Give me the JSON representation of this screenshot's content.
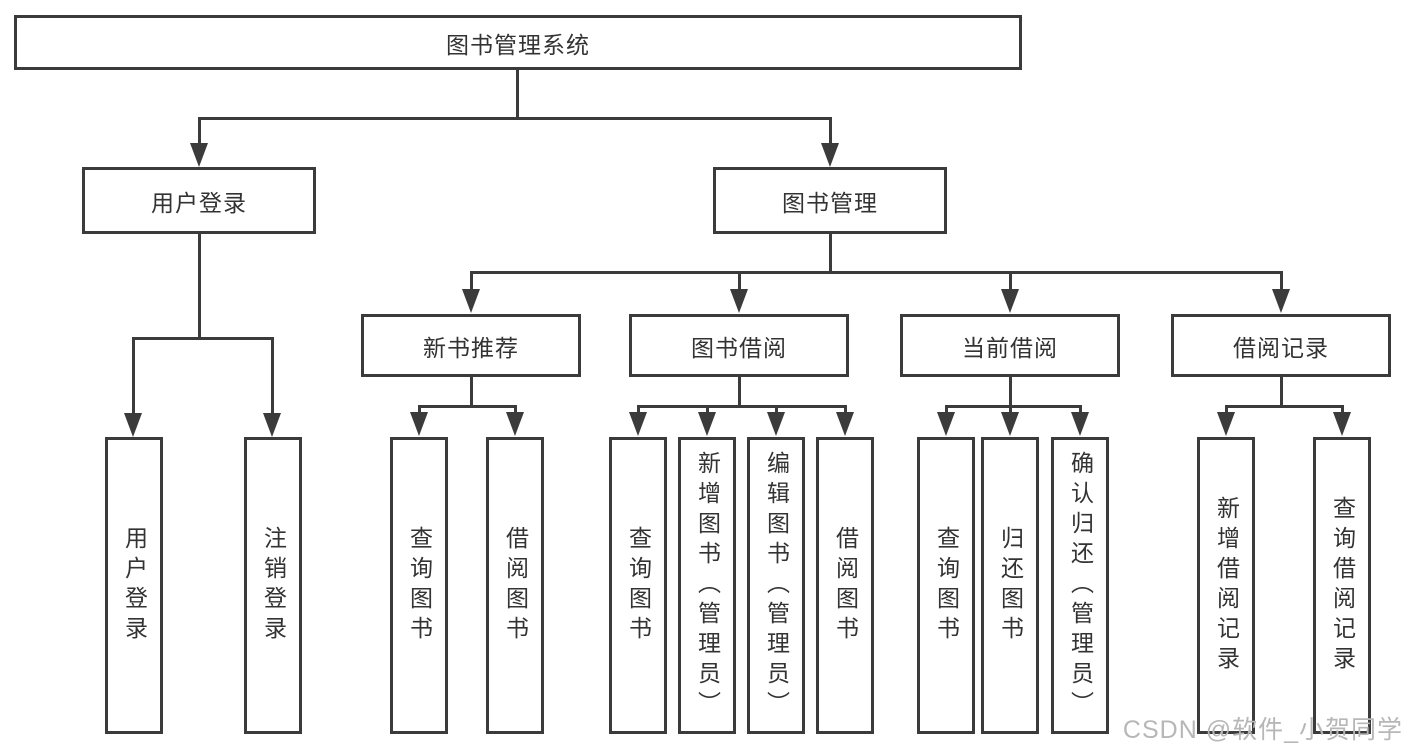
{
  "diagram": {
    "type": "hierarchy-tree",
    "title": "图书管理系统",
    "root": {
      "label": "图书管理系统"
    },
    "branches": [
      {
        "label": "用户登录",
        "children": [
          "用户登录",
          "注销登录"
        ]
      },
      {
        "label": "图书管理",
        "sections": [
          {
            "label": "新书推荐",
            "children": [
              "查询图书",
              "借阅图书"
            ]
          },
          {
            "label": "图书借阅",
            "children": [
              "查询图书",
              "新增图书（管理员）",
              "编辑图书（管理员）",
              "借阅图书"
            ]
          },
          {
            "label": "当前借阅",
            "children": [
              "查询图书",
              "归还图书",
              "确认归还（管理员）"
            ]
          },
          {
            "label": "借阅记录",
            "children": [
              "新增借阅记录",
              "查询借阅记录"
            ]
          }
        ]
      }
    ]
  },
  "watermark": "CSDN @软件_小贺同学",
  "colors": {
    "line": "#3b3b3b",
    "text": "#333333",
    "background": "#ffffff",
    "watermark": "#b7b7b7"
  }
}
